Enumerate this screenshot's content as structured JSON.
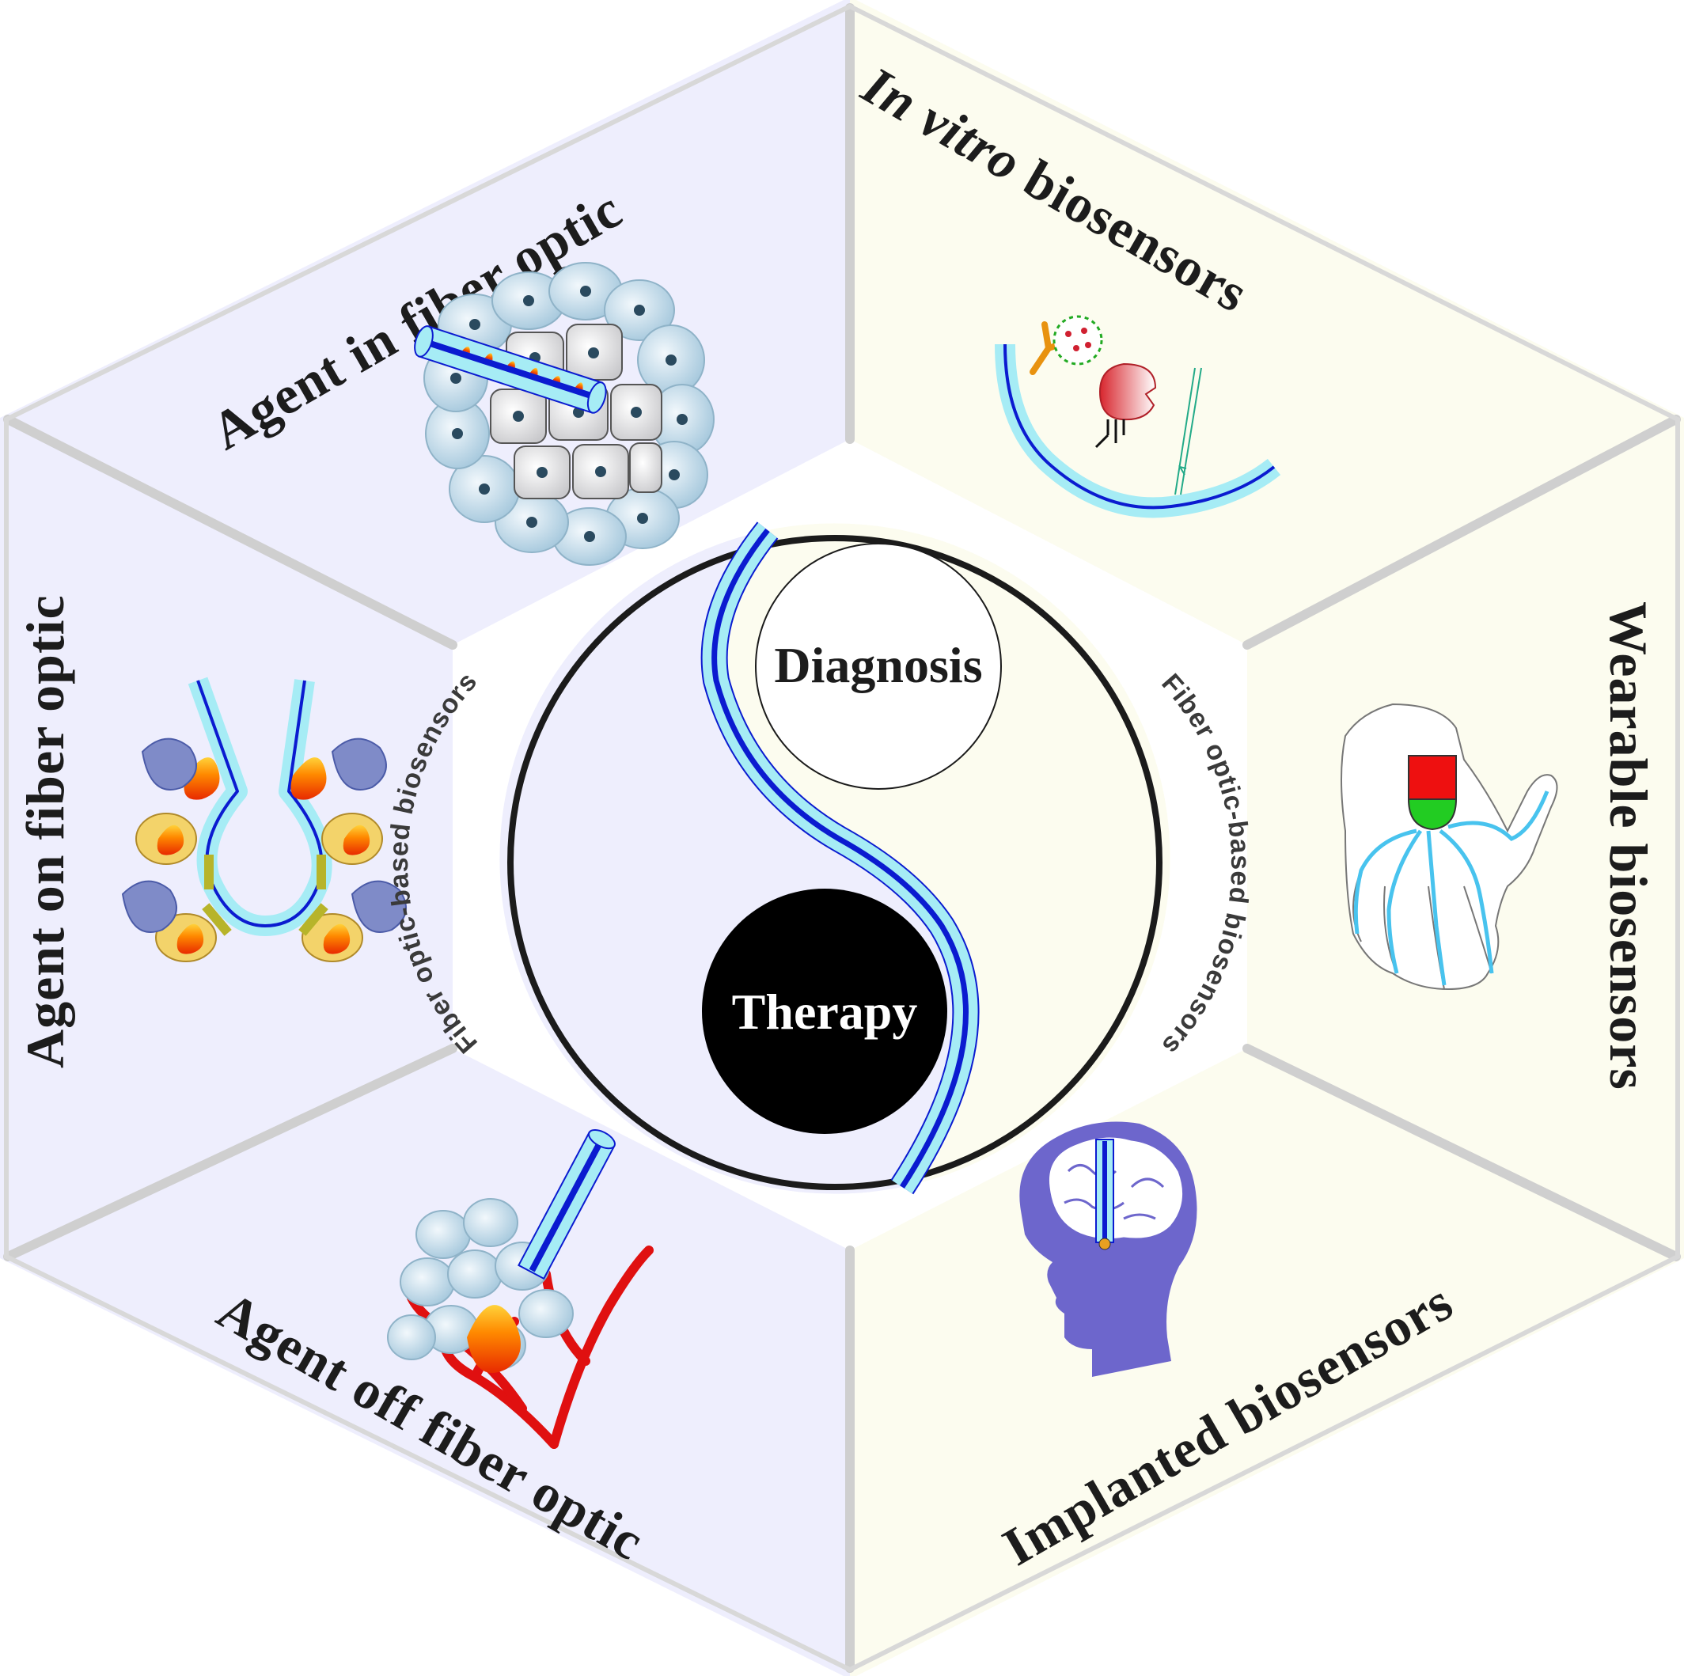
{
  "colors": {
    "therapy_panel": "#eeeefd",
    "diagnosis_panel": "#fcfcef",
    "separator": "#cfcfcf",
    "fiber_outer": "#a6ecf5",
    "fiber_core": "#0b1bd0",
    "ring_stroke": "#1b1b1b",
    "head": "#6d66cc",
    "hand_sensor_top": "#ee1010",
    "hand_sensor_bottom": "#22cc22",
    "vessel": "#e01010",
    "cell": "#b9d5e6"
  },
  "segments": {
    "agent_in": {
      "title": "Agent in fiber optic",
      "icon": "fiber-in-tumor-illustration"
    },
    "agent_on": {
      "title": "Agent on fiber optic",
      "icon": "looped-fiber-with-cells-illustration"
    },
    "agent_off": {
      "title": "Agent off fiber optic",
      "icon": "fiber-over-tumor-vessels-illustration"
    },
    "in_vitro": {
      "title_italic": "In vitro",
      "title_rest": " biosensors",
      "icon": "bent-fiber-biosensor-illustration"
    },
    "wearable": {
      "title": "Wearable biosensors",
      "icon": "hand-with-sensor-illustration"
    },
    "implanted": {
      "title": "Implanted biosensors",
      "icon": "head-brain-implant-illustration"
    }
  },
  "center": {
    "diagnosis": "Diagnosis",
    "therapy": "Therapy",
    "ring_left": "Fiber optic-based biosensors",
    "ring_right": "Fiber optic-based biosensors"
  }
}
